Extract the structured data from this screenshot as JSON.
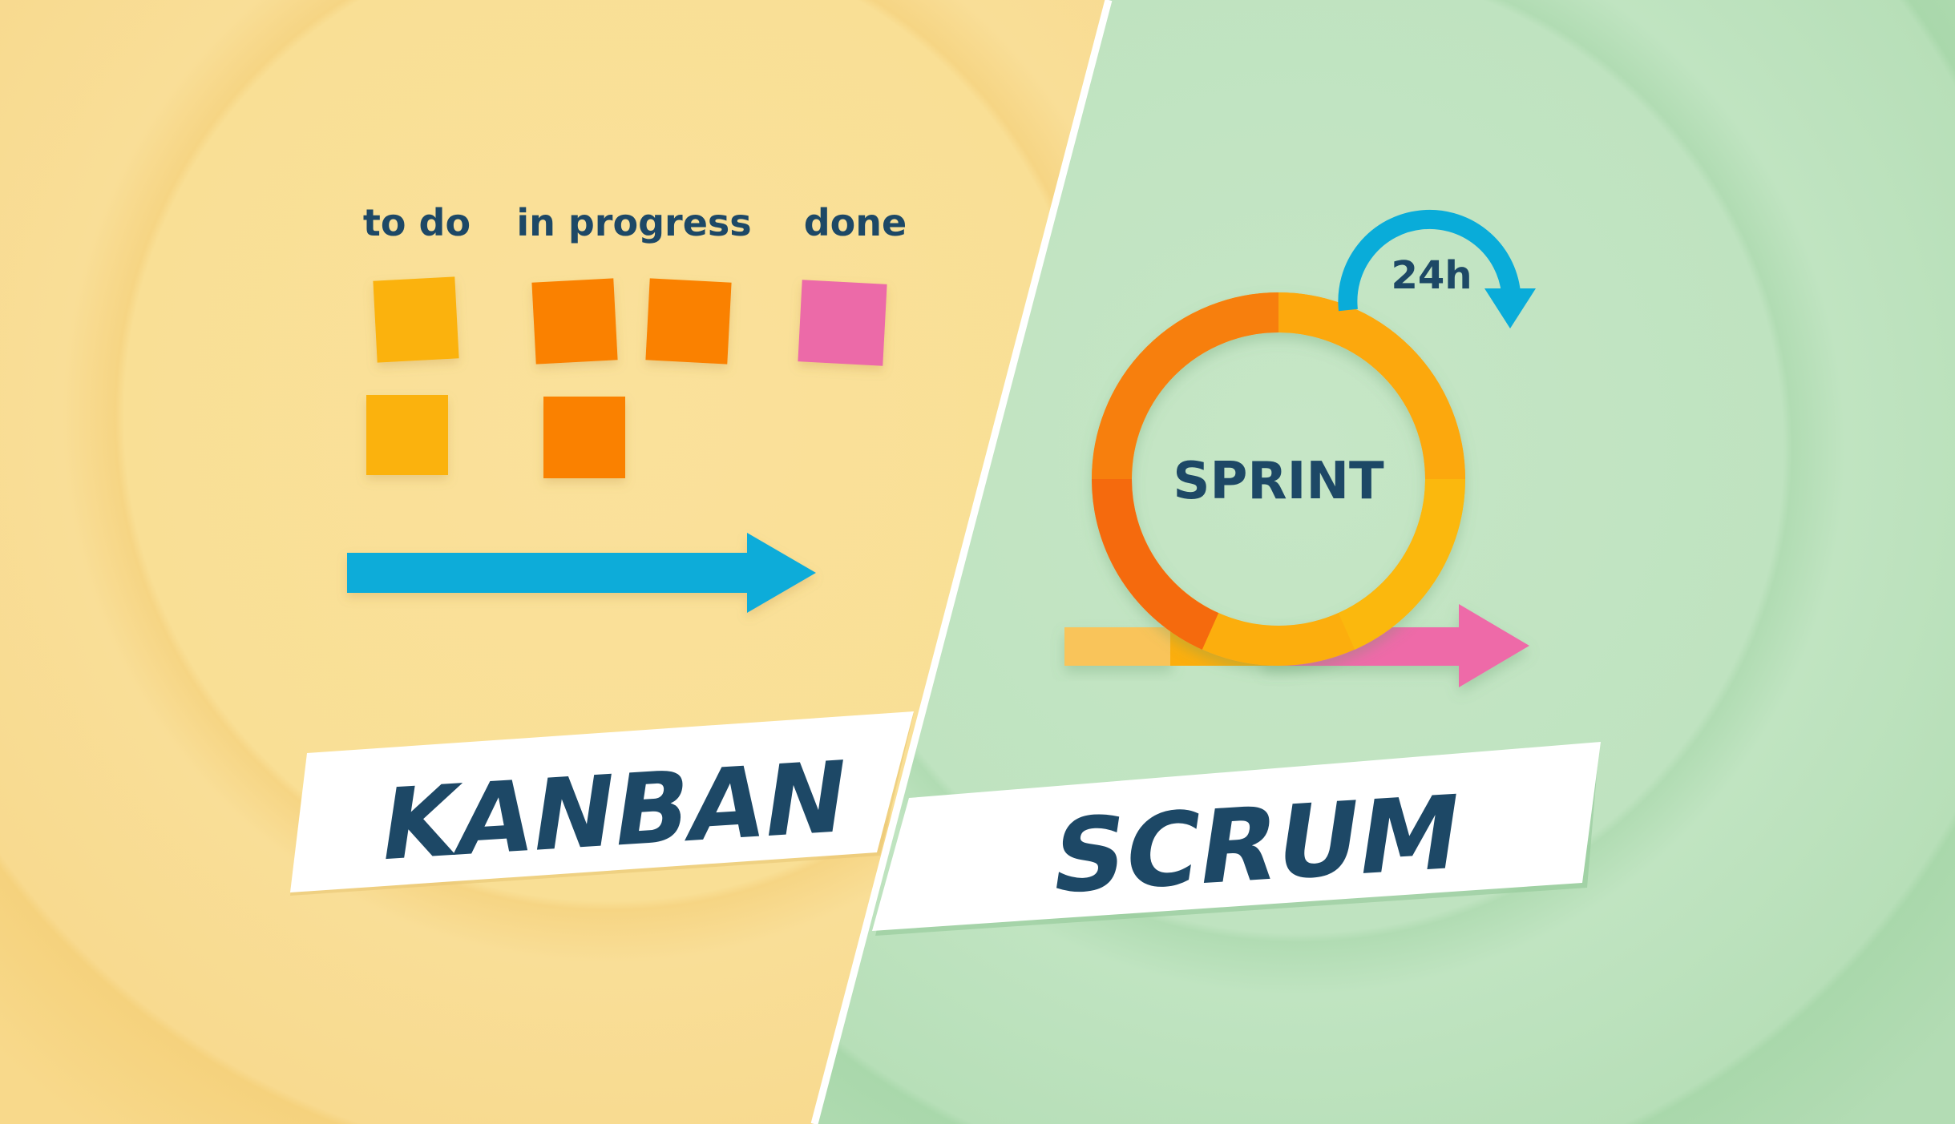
{
  "kanban": {
    "columns": [
      "to do",
      "in progress",
      "done"
    ],
    "title": "KANBAN"
  },
  "scrum": {
    "cycle_label": "SPRINT",
    "daily_label": "24h",
    "title": "SCRUM"
  },
  "colors": {
    "kanban_bg": "#f8dc8f",
    "scrum_bg": "#bfe3c1",
    "text": "#1d4866",
    "card_yellow": "#fbb20a",
    "card_orange": "#fa8103",
    "card_pink": "#ec6aa8",
    "arrow_blue": "#09acd9",
    "ring_orange": "#f77f0b",
    "ring_yellow": "#fcae0d",
    "arrow_pink": "#ee6ba8",
    "banner": "#ffffff"
  }
}
